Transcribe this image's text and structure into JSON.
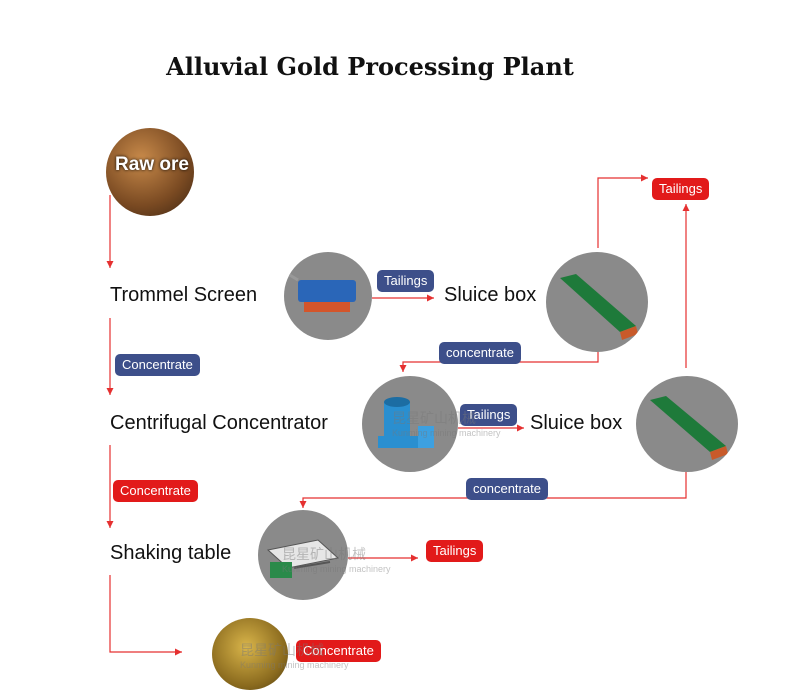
{
  "title": "Alluvial Gold Processing Plant",
  "nodes": {
    "raw_ore": "Raw ore",
    "trommel": "Trommel Screen",
    "sluice1": "Sluice box",
    "centrifugal": "Centrifugal Concentrator",
    "sluice2": "Sluice box",
    "shaking": "Shaking table"
  },
  "tags": {
    "tailings_red_top": "Tailings",
    "tailings_blue_1": "Tailings",
    "concentrate_blue_1": "concentrate",
    "concentrate_blue_left": "Concentrate",
    "tailings_blue_2": "Tailings",
    "concentrate_blue_2": "concentrate",
    "concentrate_red_left": "Concentrate",
    "tailings_red_shaking": "Tailings",
    "concentrate_red_final": "Concentrate"
  },
  "watermark": {
    "cn": "昆星矿山机械",
    "en": "Kunming mining machinery"
  },
  "colors": {
    "flow_line": "#e53030",
    "tag_red": "#e21a1a",
    "tag_blue": "#3d4f8a"
  }
}
